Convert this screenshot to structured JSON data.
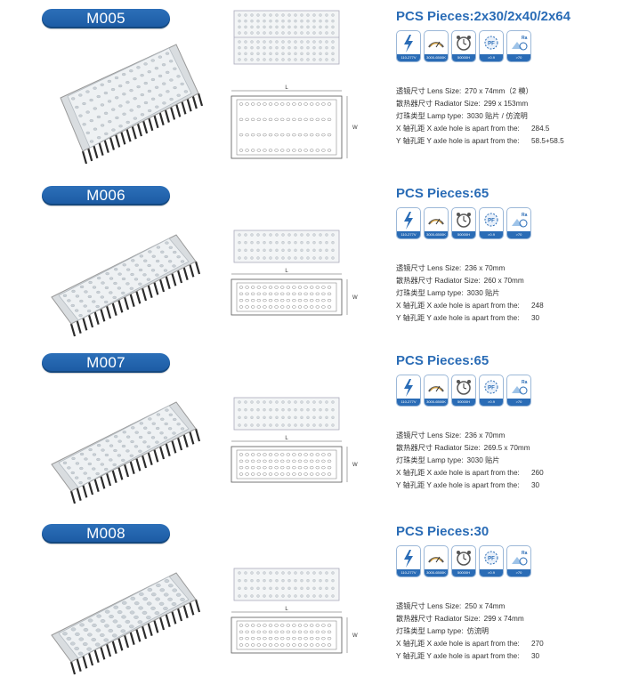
{
  "sections": [
    {
      "model": "M005",
      "pcs": "PCS Pieces:2x30/2x40/2x64",
      "lens_label": "透镜尺寸 Lens Size:",
      "lens_value": "270 x 74mm（2 模）",
      "radiator_label": "散热器尺寸 Radiator Size:",
      "radiator_value": "299 x 153mm",
      "lamp_label": "灯珠类型 Lamp type:",
      "lamp_value": "3030 贴片 / 仿流明",
      "x_label": "X 轴孔距 X axle hole is apart from the:",
      "x_value": "284.5",
      "y_label": "Y 轴孔距 Y axle hole is apart from the:",
      "y_value": "58.5+58.5",
      "dim_l": "L",
      "dim_w": "W"
    },
    {
      "model": "M006",
      "pcs": "PCS Pieces:65",
      "lens_label": "透镜尺寸 Lens Size:",
      "lens_value": "236 x 70mm",
      "radiator_label": "散热器尺寸 Radiator Size:",
      "radiator_value": "260 x 70mm",
      "lamp_label": "灯珠类型 Lamp type:",
      "lamp_value": "3030 贴片",
      "x_label": "X 轴孔距 X axle hole is apart from the:",
      "x_value": "248",
      "y_label": "Y 轴孔距 Y axle hole is apart from the:",
      "y_value": "30",
      "dim_l": "L",
      "dim_w": "W"
    },
    {
      "model": "M007",
      "pcs": "PCS Pieces:65",
      "lens_label": "透镜尺寸 Lens Size:",
      "lens_value": "236 x 70mm",
      "radiator_label": "散热器尺寸 Radiator Size:",
      "radiator_value": "269.5 x 70mm",
      "lamp_label": "灯珠类型 Lamp type:",
      "lamp_value": "3030 贴片",
      "x_label": "X 轴孔距 X axle hole is apart from the:",
      "x_value": "260",
      "y_label": "Y 轴孔距 Y axle hole is apart from the:",
      "y_value": "30",
      "dim_l": "L",
      "dim_w": "W"
    },
    {
      "model": "M008",
      "pcs": "PCS Pieces:30",
      "lens_label": "透镜尺寸 Lens Size:",
      "lens_value": "250 x 74mm",
      "radiator_label": "散热器尺寸 Radiator Size:",
      "radiator_value": "299 x 74mm",
      "lamp_label": "灯珠类型 Lamp type:",
      "lamp_value": "仿流明",
      "x_label": "X 轴孔距 X axle hole is apart from the:",
      "x_value": "270",
      "y_label": "Y 轴孔距 Y axle hole is apart from the:",
      "y_value": "30",
      "dim_l": "L",
      "dim_w": "W"
    }
  ],
  "icons": [
    {
      "name": "voltage-icon",
      "caption": "110-277V"
    },
    {
      "name": "cct-icon",
      "caption": "3000-6500K"
    },
    {
      "name": "lifetime-icon",
      "caption": "50000H"
    },
    {
      "name": "power-factor-icon",
      "caption": ">0.9",
      "glyph": "PF"
    },
    {
      "name": "cri-icon",
      "caption": ">70",
      "glyph": "Ra"
    }
  ],
  "colors": {
    "badge": "#1b5aa3",
    "accent": "#2a6cb6",
    "text": "#333333"
  }
}
